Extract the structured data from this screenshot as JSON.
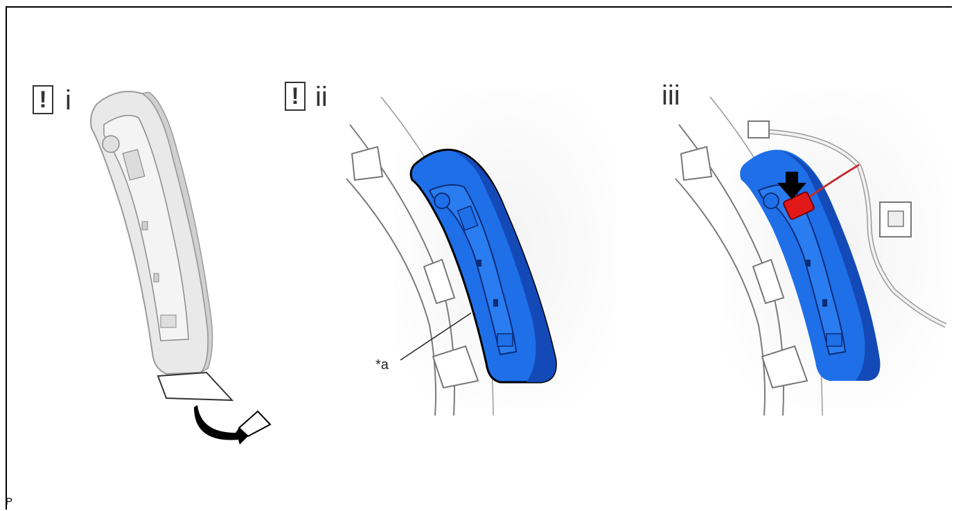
{
  "steps": [
    {
      "label": "i",
      "warning_icon": "caution-icon",
      "warning_text": "!"
    },
    {
      "label": "ii",
      "warning_icon": "caution-icon",
      "warning_text": "!"
    },
    {
      "label": "iii"
    }
  ],
  "callout_a": "*a",
  "footer_code": "P",
  "colors": {
    "part_blue": "#1e6fe8",
    "part_blue_dark": "#1449b8",
    "connector_red": "#e01818",
    "body_grey": "#eeeeee",
    "line": "#555555"
  }
}
